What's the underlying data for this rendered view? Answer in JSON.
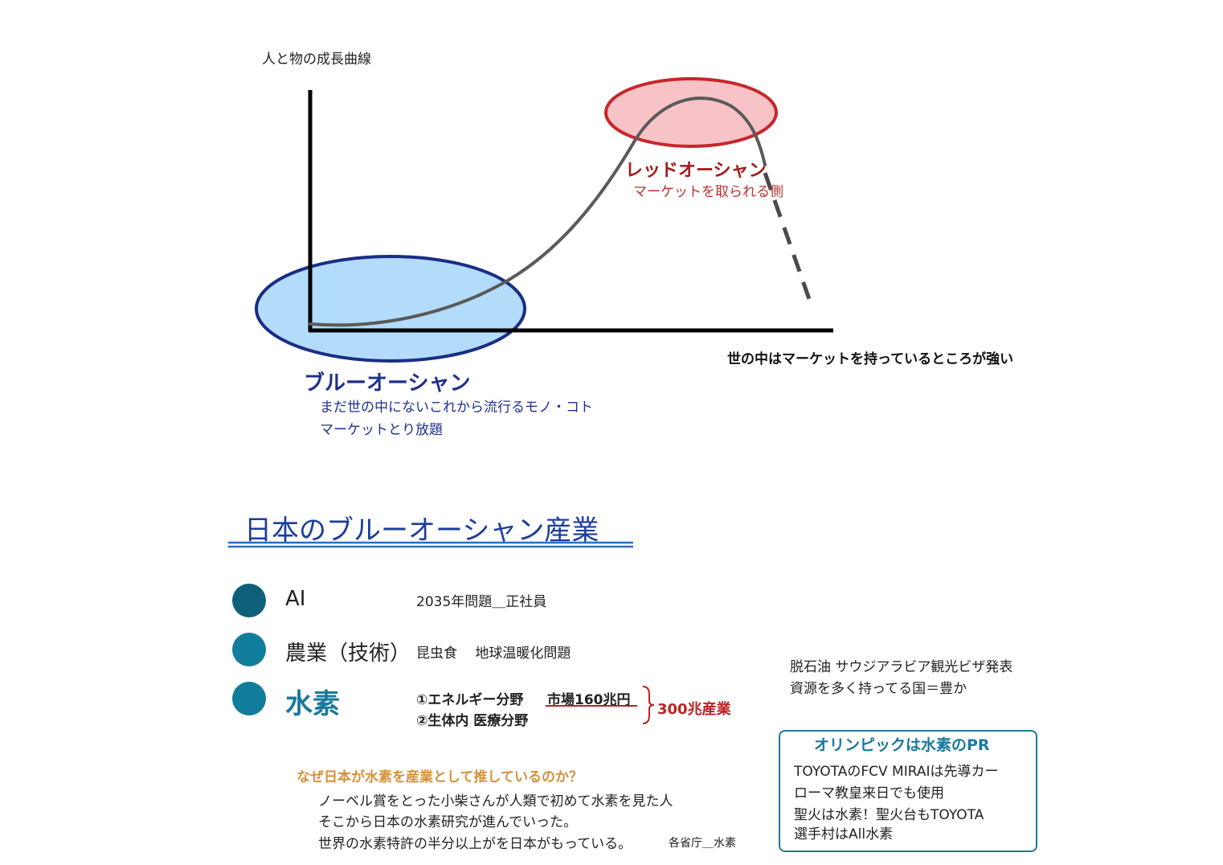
{
  "colors": {
    "blue_ocean_fill": "#b3dcfb",
    "blue_ocean_stroke": "#1a2d86",
    "red_ocean_fill": "#f8c3c6",
    "red_ocean_stroke": "#c8262c",
    "curve": "#5a5a5a",
    "bullet_ai": "#0e5f7a",
    "bullet_agri": "#117d9c",
    "hydrogen": "#1a7a9c",
    "question": "#d4913a",
    "title_blue": "#1a3f9c"
  },
  "diagram": {
    "y_label": "人と物の成長曲線",
    "x_label": "世の中はマーケットを持っているところが強い",
    "red_ocean": {
      "title": "レッドオーシャン",
      "subtitle": "マーケットを取られる側"
    },
    "blue_ocean": {
      "title": "ブルーオーシャン",
      "lines": [
        "まだ世の中にないこれから流行るモノ・コト",
        "マーケットとり放題"
      ]
    }
  },
  "section": {
    "title": "日本のブルーオーシャン産業",
    "items": [
      {
        "label": "AI",
        "note": "2035年問題＿正社員"
      },
      {
        "label": "農業（技術）",
        "note": "昆虫食　 地球温暖化問題"
      },
      {
        "label": "水素",
        "sub1": "①エネルギー分野",
        "sub1_market": "市場160兆円",
        "sub2": "②生体内 医療分野",
        "total": "300兆産業"
      }
    ]
  },
  "side_note": {
    "line1": "脱石油 サウジアラビア観光ビザ発表",
    "line2": "資源を多く持ってる国＝豊か"
  },
  "question": {
    "title": "なぜ日本が水素を産業として推しているのか？",
    "lines": [
      "ノーベル賞をとった小柴さんが人類で初めて水素を見た人",
      "そこから日本の水素研究が進んでいった。",
      "世界の水素特許の半分以上がを日本がもっている。"
    ],
    "source": "各省庁＿水素"
  },
  "olympics": {
    "title": "オリンピックは水素のPR",
    "lines": [
      "TOYOTAのFCV  MIRAIは先導カー",
      "ローマ教皇来日でも使用",
      "聖火は水素！聖火台もTOYOTA",
      "選手村はAll水素"
    ]
  }
}
